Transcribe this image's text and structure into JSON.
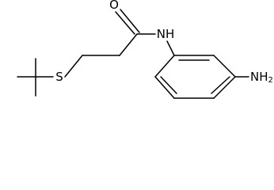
{
  "molecule": {
    "atoms": {
      "oxygen": "O",
      "amide_nitrogen": "NH",
      "sulfur": "S",
      "amine": "NH",
      "amine_subscript": "2"
    }
  }
}
